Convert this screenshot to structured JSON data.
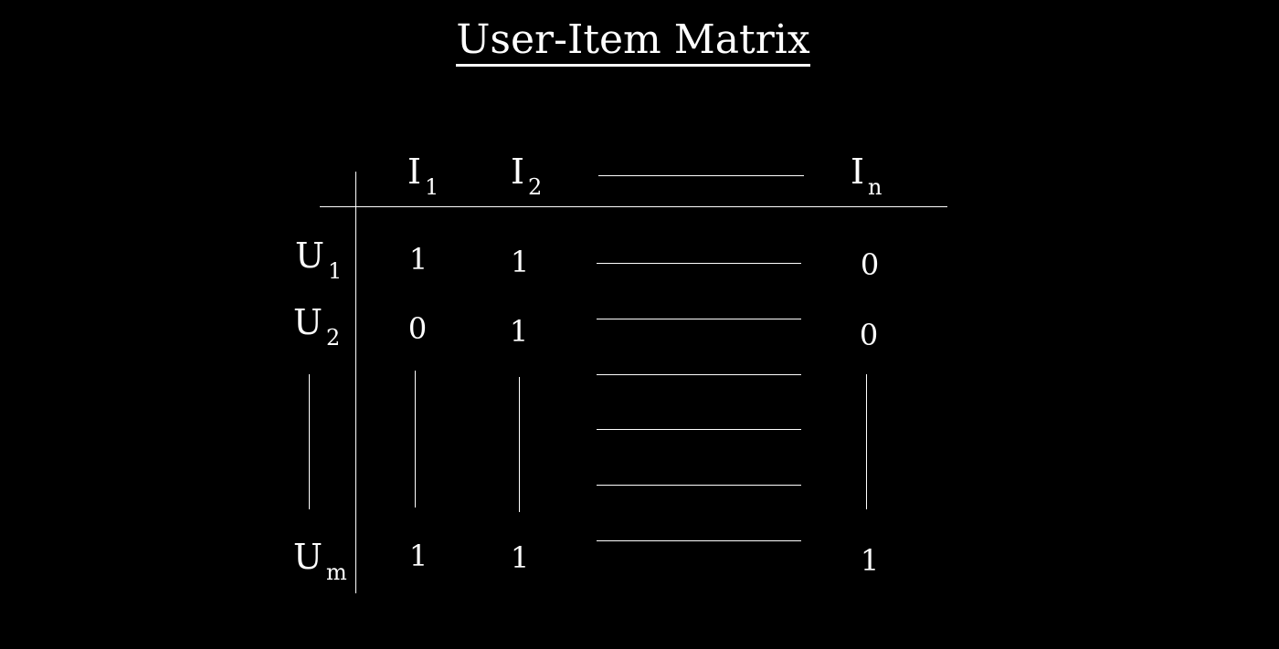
{
  "title": "User-Item Matrix",
  "columns": {
    "item1": {
      "letter": "I",
      "index": "1"
    },
    "item2": {
      "letter": "I",
      "index": "2"
    },
    "itemn": {
      "letter": "I",
      "index": "n"
    }
  },
  "rows": {
    "user1": {
      "letter": "U",
      "index": "1",
      "item1": "1",
      "item2": "1",
      "itemn": "0"
    },
    "user2": {
      "letter": "U",
      "index": "2",
      "item1": "0",
      "item2": "1",
      "itemn": "0"
    },
    "userm": {
      "letter": "U",
      "index": "m",
      "item1": "1",
      "item2": "1",
      "itemn": "1"
    }
  },
  "colors": {
    "background": "#000000",
    "foreground": "#ffffff"
  }
}
